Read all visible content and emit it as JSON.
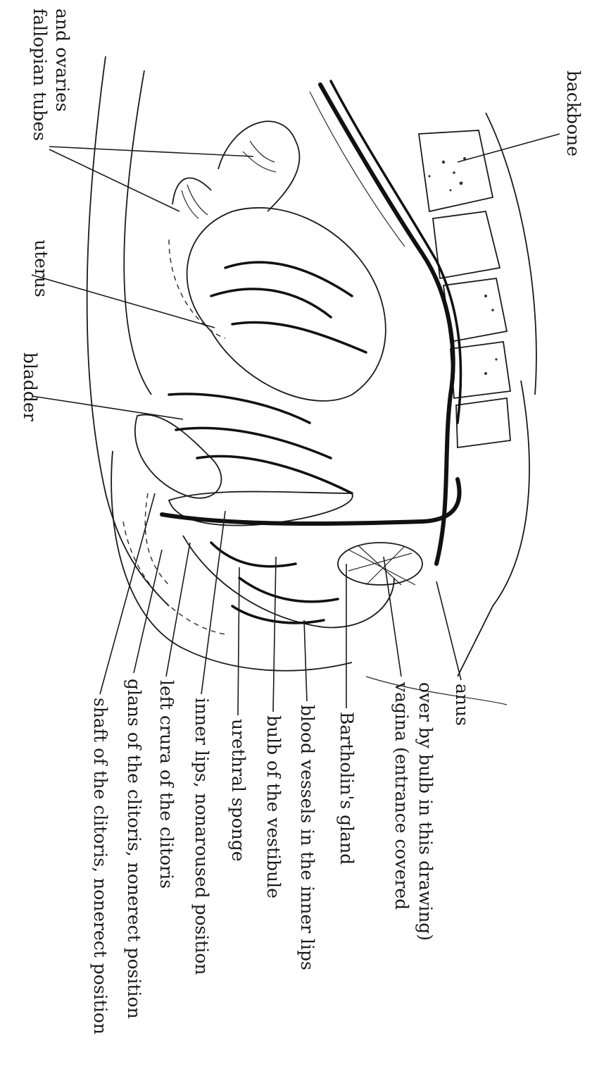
{
  "labels": {
    "fallopian_line1": "fallopian tubes",
    "fallopian_line2": "and ovaries",
    "backbone": "backbone",
    "uterus": "uterus",
    "bladder": "bladder",
    "shaft": "shaft of the clitoris, nonerect position",
    "glans": "glans of the clitoris, nonerect position",
    "crura": "left crura of the clitoris",
    "inner_lips": "inner lips, nonaroused position",
    "urethral_sponge": "urethral sponge",
    "bulb": "bulb of the vestibule",
    "blood_vessels": "blood vessels in the inner lips",
    "bartholin": "Bartholin's gland",
    "vagina_line1": "vagina (entrance covered",
    "vagina_line2": "over by bulb in this drawing)",
    "anus": "anus"
  }
}
